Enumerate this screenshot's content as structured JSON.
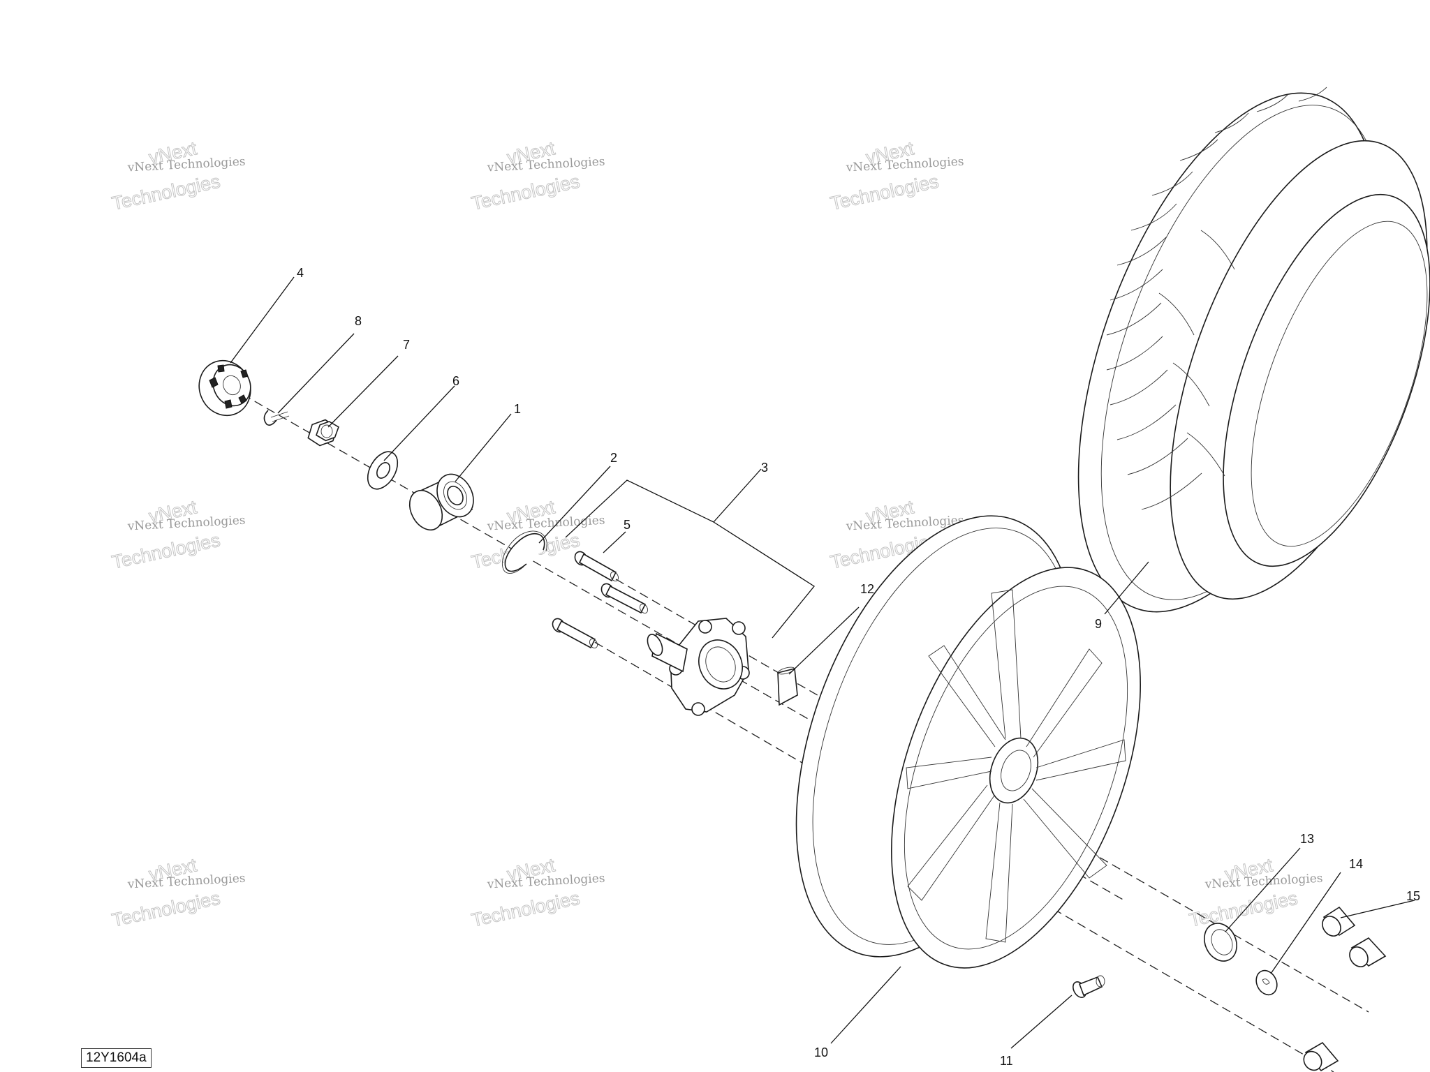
{
  "diagram": {
    "reference_code": "12Y1604a",
    "watermark": {
      "line_small": "vNext Technologies",
      "line_big_1": "vNext",
      "line_big_2": "Technologies"
    },
    "callouts": [
      "1",
      "2",
      "3",
      "4",
      "5",
      "6",
      "7",
      "8",
      "9",
      "10",
      "11",
      "12",
      "13",
      "14",
      "15"
    ]
  }
}
